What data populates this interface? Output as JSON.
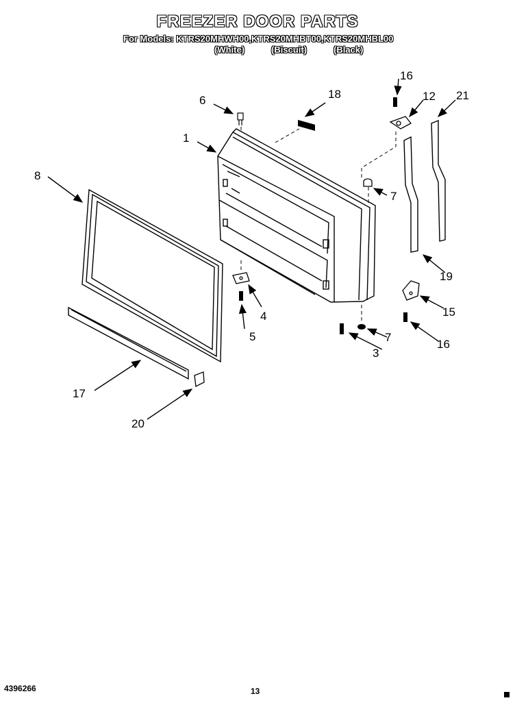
{
  "header": {
    "title": "FREEZER DOOR PARTS",
    "models_line": "For Models: KTRS20MHWH00,KTRS20MHBT00,KTRS20MHBL00",
    "colors": [
      "(White)",
      "(Biscuit)",
      "(Black)"
    ]
  },
  "callouts": {
    "c1": "1",
    "c3": "3",
    "c4": "4",
    "c5": "5",
    "c6": "6",
    "c7a": "7",
    "c7b": "7",
    "c8": "8",
    "c12": "12",
    "c15": "15",
    "c16a": "16",
    "c16b": "16",
    "c17": "17",
    "c18": "18",
    "c19": "19",
    "c20": "20",
    "c21": "21"
  },
  "footer": {
    "part_number": "4396266",
    "page_number": "13"
  }
}
